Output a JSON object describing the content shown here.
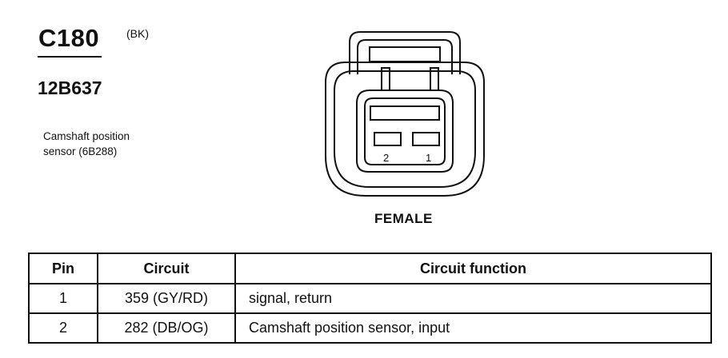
{
  "connector": {
    "id": "C180",
    "color_code": "(BK)",
    "part_number": "12B637",
    "description_line1": "Camshaft position",
    "description_line2": "sensor (6B288)",
    "gender": "FEMALE",
    "pin_labels": [
      "2",
      "1"
    ]
  },
  "table": {
    "headers": [
      "Pin",
      "Circuit",
      "Circuit function"
    ],
    "rows": [
      {
        "pin": "1",
        "circuit": "359 (GY/RD)",
        "function": "signal, return"
      },
      {
        "pin": "2",
        "circuit": "282 (DB/OG)",
        "function": "Camshaft position sensor, input"
      }
    ]
  }
}
